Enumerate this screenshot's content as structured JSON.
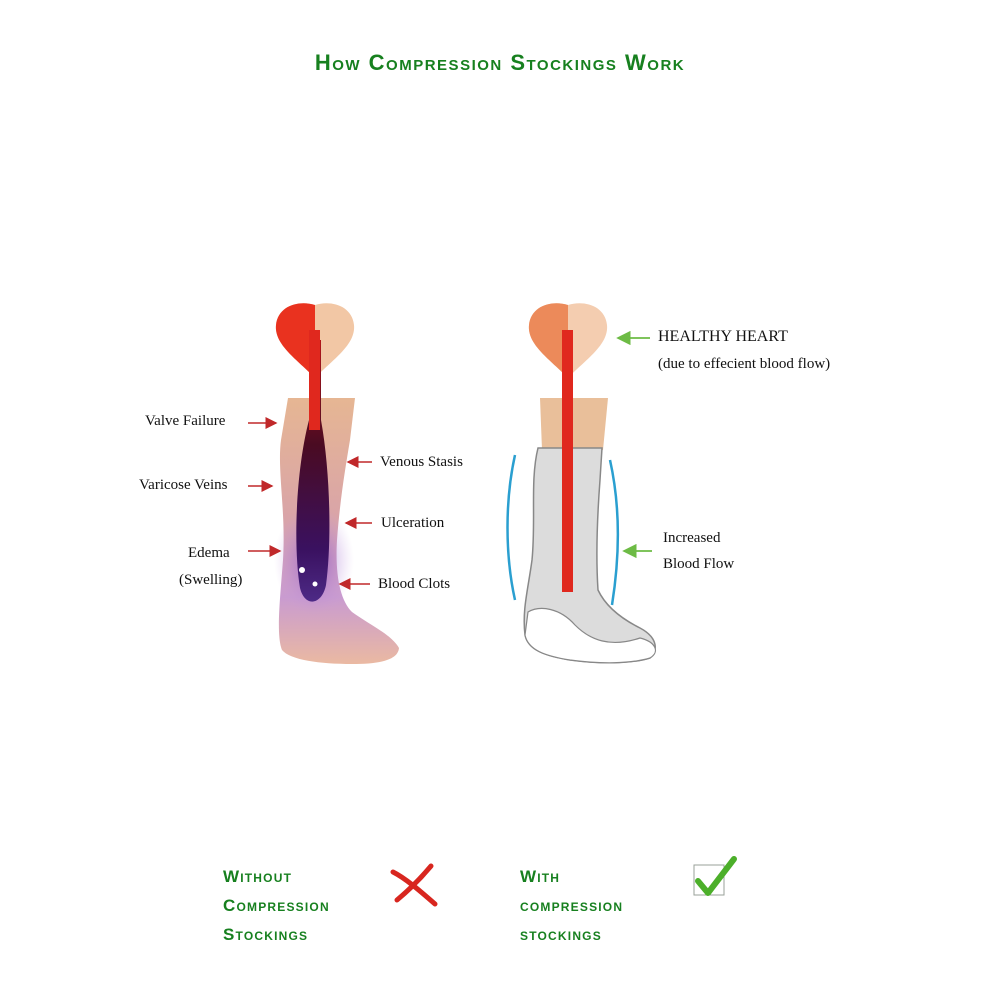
{
  "title": "How Compression Stockings Work",
  "left_labels": {
    "valve_failure": "Valve Failure",
    "varicose_veins": "Varicose Veins",
    "edema": "Edema",
    "swelling": "(Swelling)",
    "venous_stasis": "Venous Stasis",
    "ulceration": "Ulceration",
    "blood_clots": "Blood Clots"
  },
  "right_labels": {
    "healthy_heart": "HEALTHY HEART",
    "healthy_heart_note": "(due to effecient blood flow)",
    "increased": "Increased",
    "blood_flow": "Blood Flow"
  },
  "captions": {
    "without": [
      "Without",
      "Compression",
      "Stockings"
    ],
    "with": [
      "With",
      "compression",
      "stockings"
    ]
  },
  "colors": {
    "title_green": "#17801f",
    "arrow_red": "#c0282a",
    "arrow_green": "#6dbb45",
    "vein_red": "#e0281e",
    "skin": "#e9bf9a",
    "stocking_gray": "#dcdcdc",
    "compression_blue": "#2a9fd0"
  },
  "icons": {
    "without_mark": "red-x-icon",
    "with_mark": "green-check-icon"
  }
}
